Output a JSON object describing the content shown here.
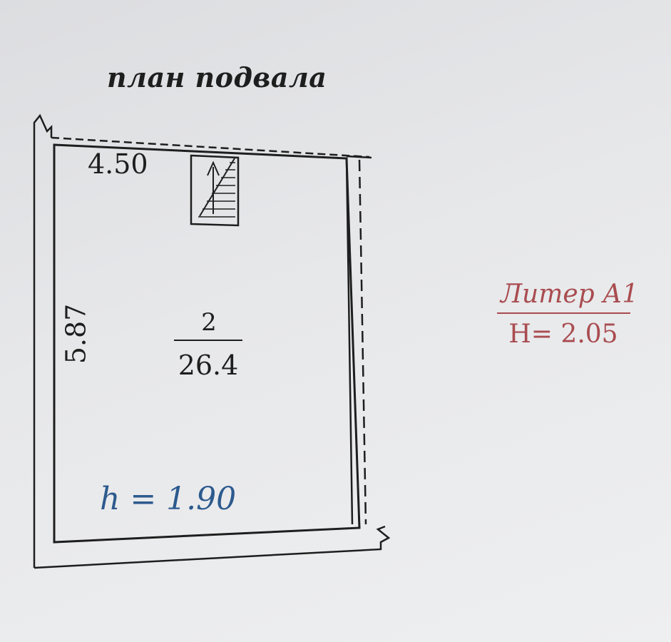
{
  "title": "план подвала",
  "dimensions": {
    "width": "4.50",
    "length": "5.87"
  },
  "room": {
    "number": "2",
    "area": "26.4"
  },
  "height_note": "h = 1.90",
  "liter": {
    "name": "Литер А1",
    "height": "Н= 2.05"
  },
  "colors": {
    "ink": "#1e1e1e",
    "height_note": "#2c5a8e",
    "liter_stamp": "#a94c50",
    "paper": "#e3e4e6"
  }
}
